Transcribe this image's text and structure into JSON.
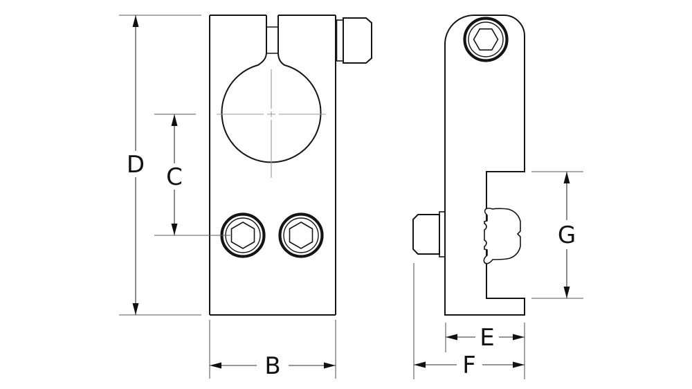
{
  "drawing": {
    "dimension_labels": {
      "d": "D",
      "c": "C",
      "b": "B",
      "e": "E",
      "f": "F",
      "g": "G"
    },
    "colors": {
      "background": "#ffffff",
      "object_line": "#141414",
      "dimension_line": "#2e2e2e",
      "extension_line": "#5a5a5a",
      "center_line": "#9a9a9a",
      "text": "#111111"
    }
  }
}
